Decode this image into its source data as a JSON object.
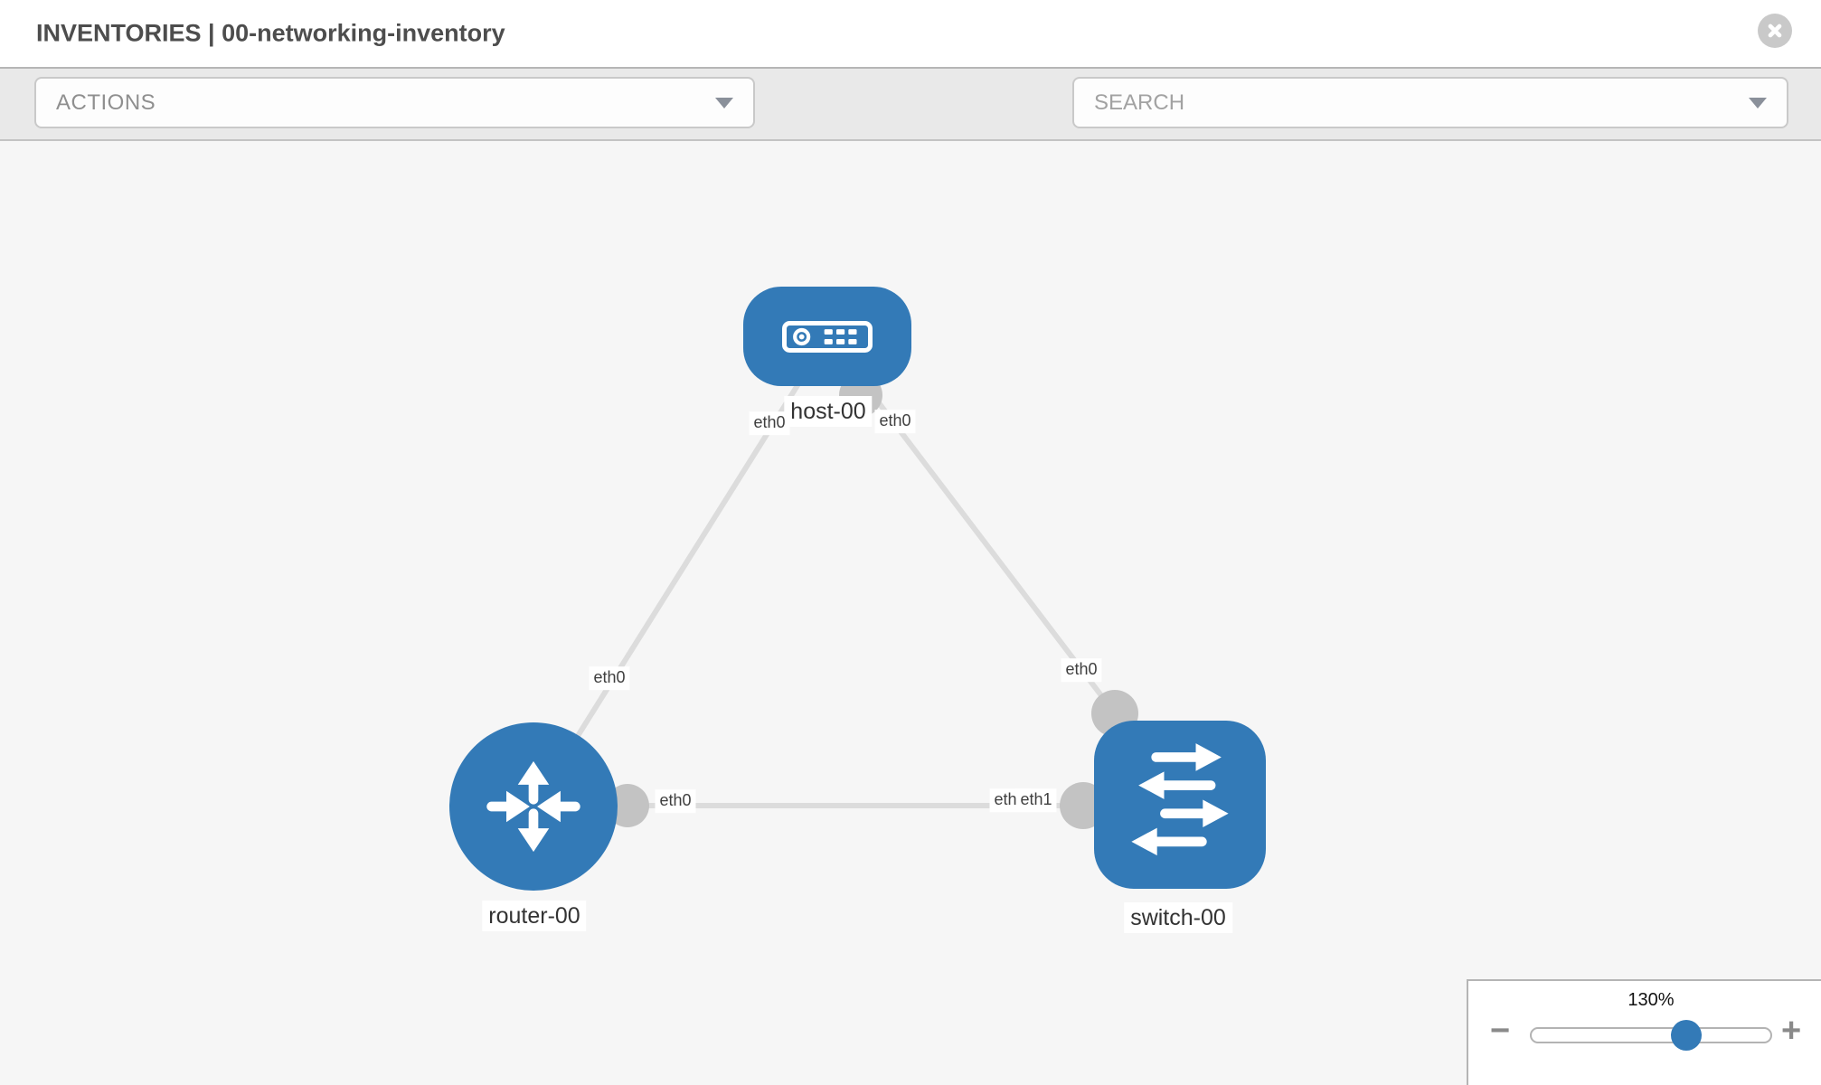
{
  "header": {
    "title": "INVENTORIES | 00-networking-inventory"
  },
  "toolbar": {
    "actions_label": "ACTIONS",
    "search_placeholder": "SEARCH"
  },
  "topology": {
    "nodes": [
      {
        "id": "host-00",
        "type": "host",
        "label": "host-00"
      },
      {
        "id": "router-00",
        "type": "router",
        "label": "router-00"
      },
      {
        "id": "switch-00",
        "type": "switch",
        "label": "switch-00"
      }
    ],
    "links": [
      {
        "from": "router-00",
        "to": "host-00",
        "from_interface": "eth0",
        "to_interface": "eth0"
      },
      {
        "from": "host-00",
        "to": "switch-00",
        "from_interface": "eth0",
        "to_interface": "eth0"
      },
      {
        "from": "router-00",
        "to": "switch-00",
        "from_interface": "eth0",
        "to_interface": "eth1"
      }
    ],
    "interface_chips": {
      "host_left": "eth0",
      "host_right": "eth0",
      "router_host_mid": "eth0",
      "host_switch_mid": "eth0",
      "router_right": "eth0",
      "switch_left_back": "eth0",
      "switch_left_front": "eth1"
    }
  },
  "zoom_control": {
    "level": "130%",
    "minus_label": "−",
    "plus_label": "+"
  },
  "colors": {
    "node_blue": "#337ab7",
    "link_gray": "#dcdcdc",
    "connector_gray": "#c3c3c3",
    "canvas_bg": "#f6f6f6"
  }
}
